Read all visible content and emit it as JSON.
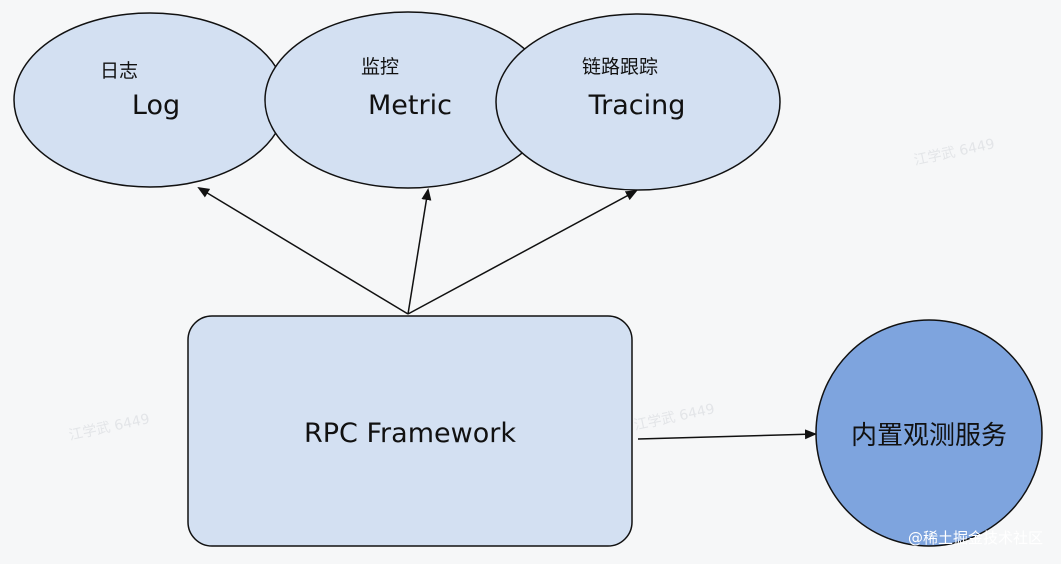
{
  "nodes": {
    "log": {
      "cn": "日志",
      "en": "Log"
    },
    "metric": {
      "cn": "监控",
      "en": "Metric"
    },
    "tracing": {
      "cn": "链路跟踪",
      "en": "Tracing"
    },
    "rpc": {
      "label": "RPC Framework"
    },
    "service": {
      "label": "内置观测服务"
    }
  },
  "colors": {
    "ellipse_fill": "#d3e0f2",
    "rect_fill": "#d3e0f2",
    "circle_fill": "#7ea4de",
    "stroke": "#111111"
  },
  "watermark": "江学武 6449",
  "credit": "@稀土掘金技术社区"
}
